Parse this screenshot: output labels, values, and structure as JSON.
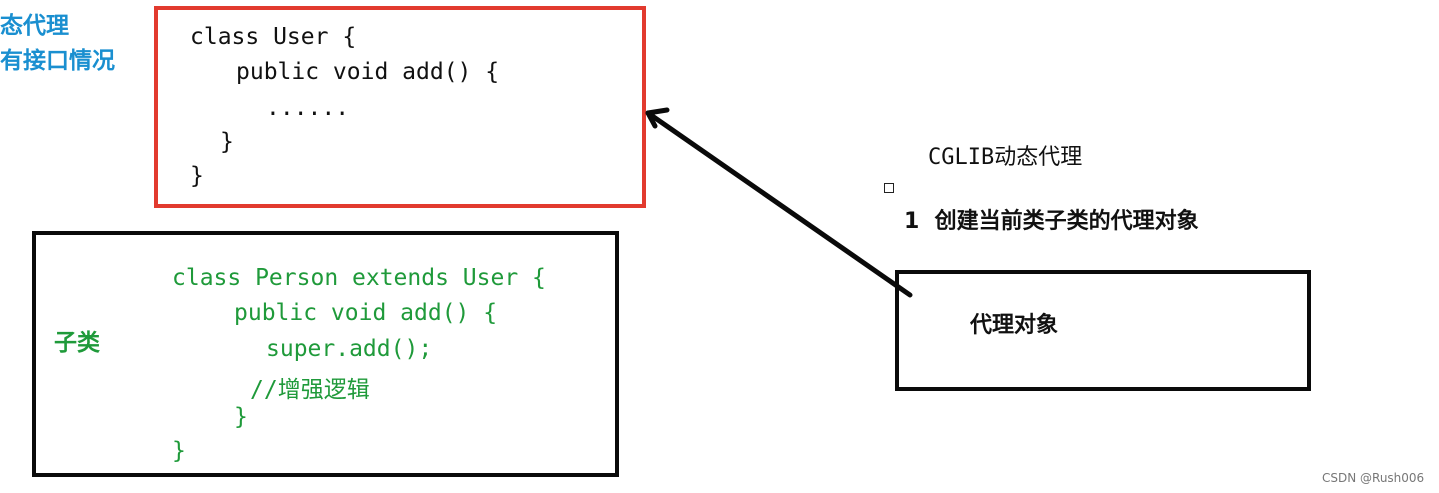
{
  "left_note": {
    "line1": "态代理",
    "line2": "有接口情况"
  },
  "user_class": {
    "lines": [
      "class User {",
      "public void add() {",
      "......",
      "}",
      "}"
    ]
  },
  "subclass": {
    "label": "子类",
    "lines": [
      "class Person extends User {",
      "public void add() {",
      "super.add();",
      "//增强逻辑",
      "}",
      "}"
    ]
  },
  "cglib": {
    "title": "CGLIB动态代理",
    "step": "1  创建当前类子类的代理对象"
  },
  "proxy_box": {
    "label": "代理对象"
  },
  "colors": {
    "user_box_border": "#e23a2e",
    "code_green": "#1f9a3a",
    "note_blue": "#1a8fd0"
  },
  "watermark": "CSDN @Rush006"
}
